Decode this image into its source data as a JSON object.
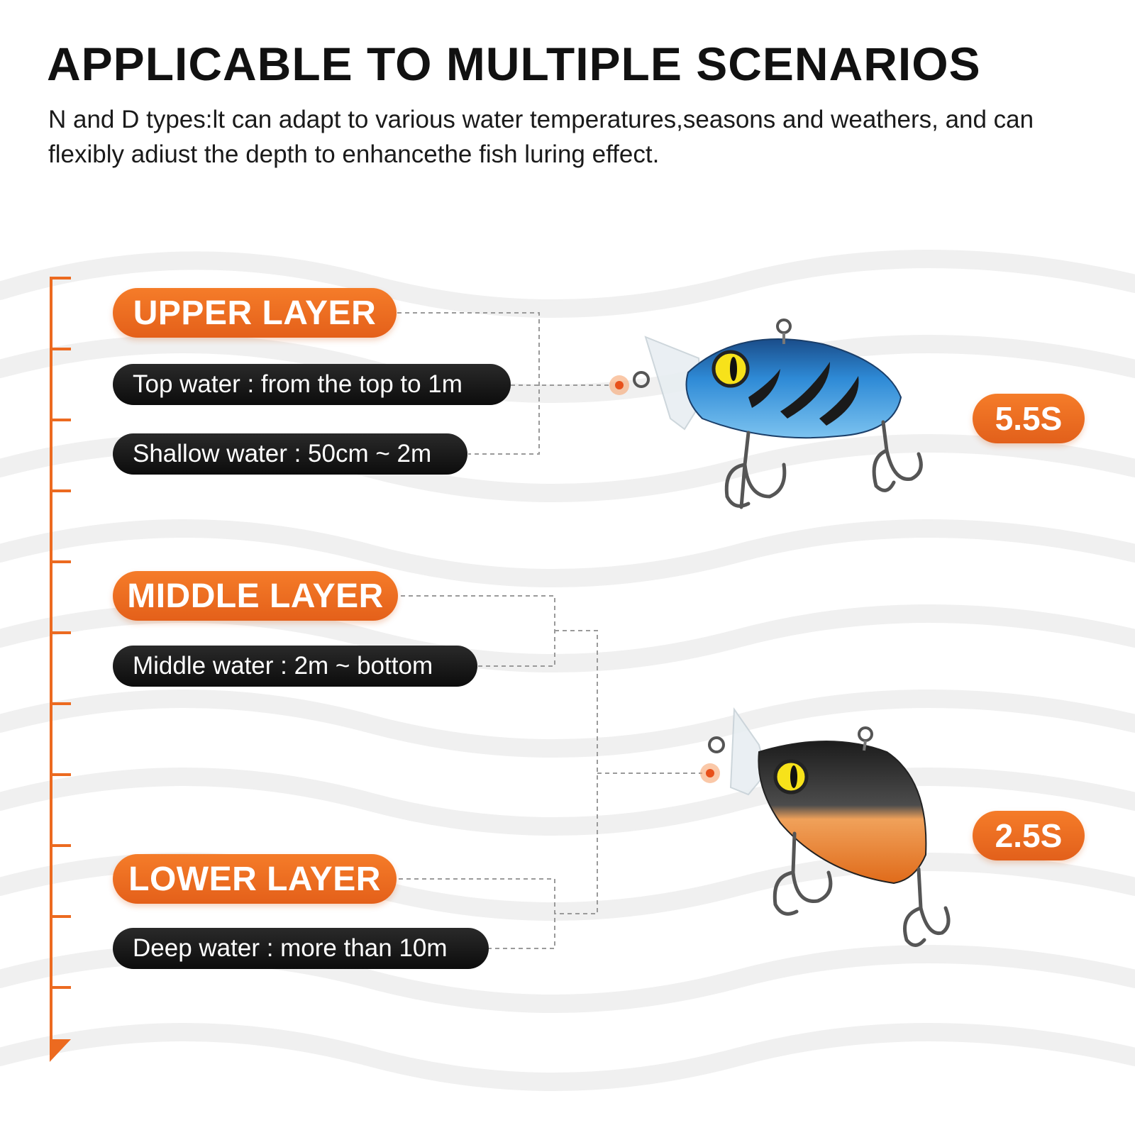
{
  "header": {
    "title": "APPLICABLE TO MULTIPLE SCENARIOS",
    "subtitle": "N and D types:lt can adapt to various water temperatures,seasons and weathers, and can flexibly adiust the depth to enhancethe fish luring effect."
  },
  "layers": [
    {
      "label": "UPPER LAYER",
      "items": [
        "Top water : from the top to 1m",
        "Shallow water : 50cm ~ 2m"
      ]
    },
    {
      "label": "MIDDLE LAYER",
      "items": [
        "Middle water : 2m ~ bottom"
      ]
    },
    {
      "label": "LOWER LAYER",
      "items": [
        "Deep water : more than 10m"
      ]
    }
  ],
  "lures": [
    {
      "speed": "5.5S",
      "color": "blue",
      "icon": "blue-crankbait-lure-icon"
    },
    {
      "speed": "2.5S",
      "color": "black-orange",
      "icon": "black-orange-crankbait-lure-icon"
    }
  ],
  "colors": {
    "accent": "#ec6a20",
    "pill_dark": "#111111",
    "connector": "#9a9a9a"
  }
}
